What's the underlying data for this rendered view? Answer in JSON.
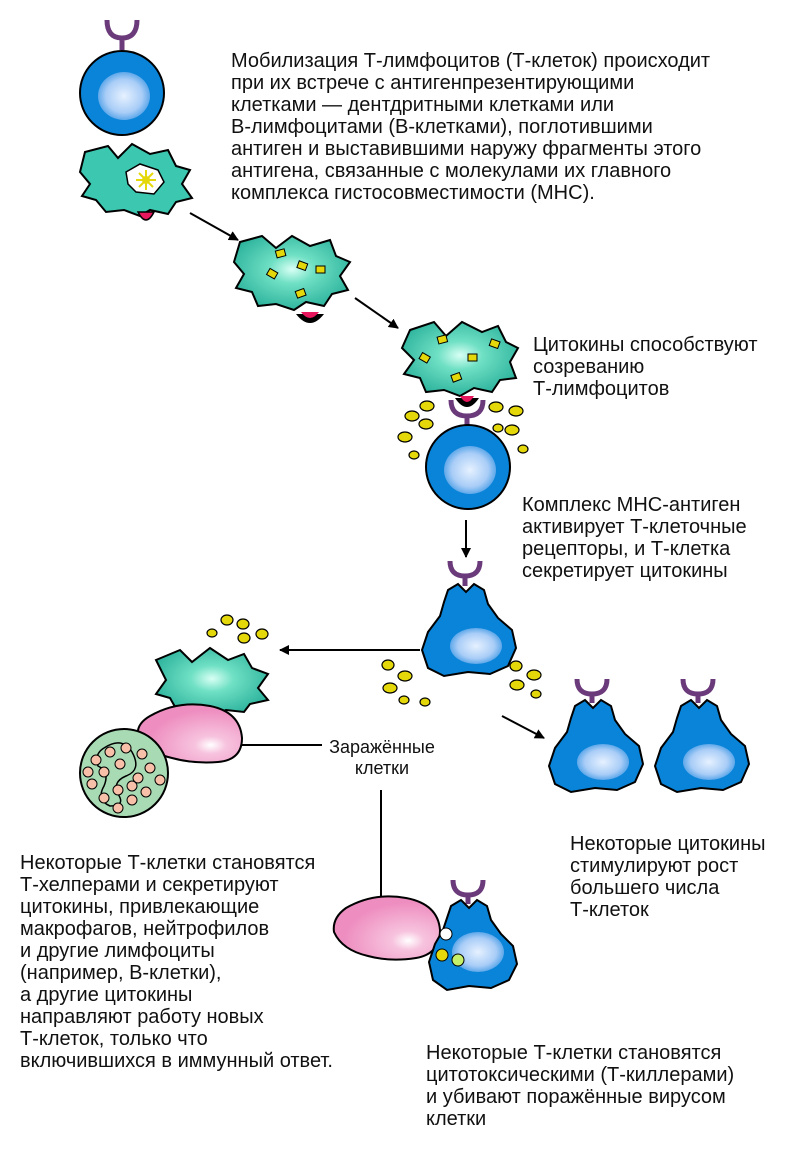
{
  "captions": {
    "intro": "Мобилизация Т-лимфоцитов (Т-клеток) происходит\nпри их встрече с антигенпрезентирующими\nклетками — дентдритными клетками или\nВ-лимфоцитами (В-клетками), поглотившими\nантиген и выставившими наружу фрагменты этого\nантигена, связанные с молекулами их главного\nкомплекса гистосовместимости (МНС).",
    "cytokines_maturation": "Цитокины способствуют\nсозреванию\nТ-лимфоцитов",
    "mhc_activation": "Комплекс МНС-антиген\nактивирует Т-клеточные\nрецепторы, и Т-клетка\nсекретирует цитокины",
    "infected_cells": "Заражённые\nклетки",
    "growth": "Некоторые цитокины\nстимулируют рост\nбольшего числа\nТ-клеток",
    "helpers": "Некоторые Т-клетки становятся\nТ-хелперами и секретируют\nцитокины, привлекающие\nмакрофагов, нейтрофилов\nи другие лимфоциты\n(например, В-клетки),\nа другие цитокины\nнаправляют работу новых\nТ-клеток, только что\nвключившихся в иммунный ответ.",
    "killers": "Некоторые Т-клетки становятся\nцитотоксическими (Т-киллерами)\nи убивают поражённые вирусом\nклетки"
  },
  "colors": {
    "t_cell_blue": "#0a84d8",
    "t_cell_nucleus": "#b9d8ff",
    "dendritic_teal": "#3cc7b0",
    "receptor_purple": "#6b3a7a",
    "cytokine_yellow": "#e5d80a",
    "infected_pink": "#f29ac8",
    "virus_cell_green": "#a8dbb4",
    "mhc_red": "#e8175d"
  },
  "icons": {
    "arrow": "arrow-icon",
    "receptor": "t-cell-receptor-icon",
    "antigen": "antigen-star-icon"
  }
}
